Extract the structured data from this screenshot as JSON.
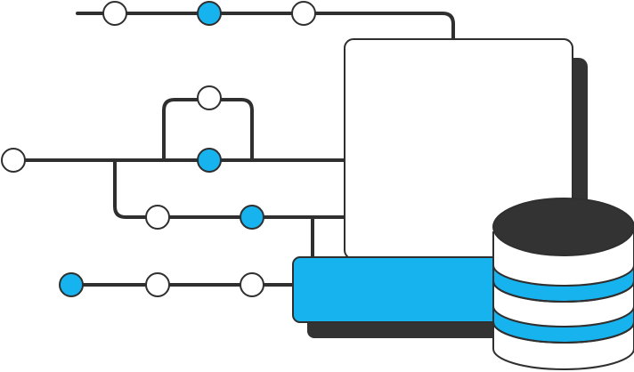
{
  "colors": {
    "line": "#2f2f2f",
    "accent": "#17b3ef",
    "dark": "#333333",
    "surface": "#ffffff"
  },
  "nodes": [
    {
      "id": "n1",
      "filled": false
    },
    {
      "id": "n2",
      "filled": true
    },
    {
      "id": "n3",
      "filled": false
    },
    {
      "id": "n4",
      "filled": false
    },
    {
      "id": "n5",
      "filled": false
    },
    {
      "id": "n6",
      "filled": true
    },
    {
      "id": "n7",
      "filled": false
    },
    {
      "id": "n8",
      "filled": true
    },
    {
      "id": "n9",
      "filled": true
    },
    {
      "id": "n10",
      "filled": false
    },
    {
      "id": "n11",
      "filled": false
    }
  ]
}
